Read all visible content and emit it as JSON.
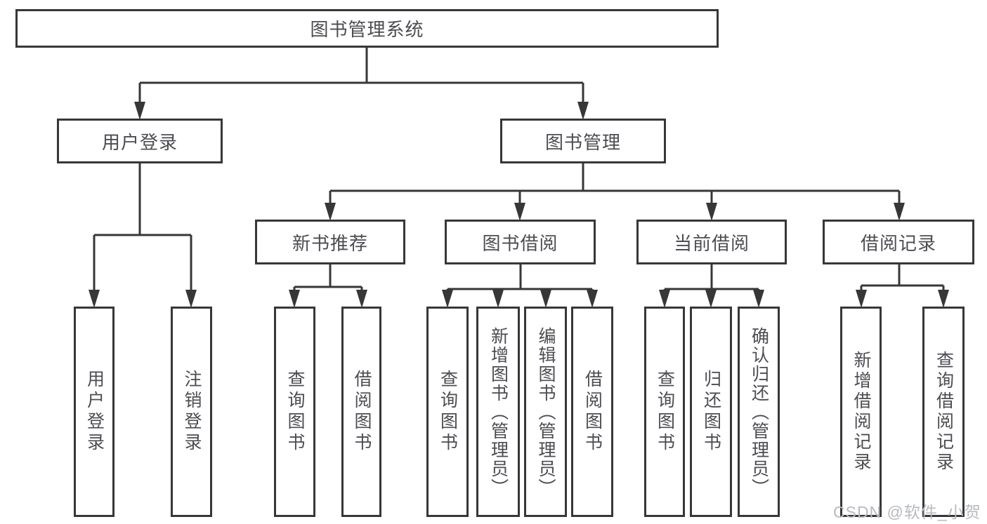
{
  "tree": {
    "root": {
      "label": "图书管理系统"
    },
    "login": {
      "label": "用户登录",
      "children": [
        {
          "label": "用户登录"
        },
        {
          "label": "注销登录"
        }
      ]
    },
    "manage": {
      "label": "图书管理",
      "groups": [
        {
          "label": "新书推荐",
          "children": [
            {
              "label": "查询图书"
            },
            {
              "label": "借阅图书"
            }
          ]
        },
        {
          "label": "图书借阅",
          "children": [
            {
              "label": "查询图书"
            },
            {
              "label": "新增图书（管理员）"
            },
            {
              "label": "编辑图书（管理员）"
            },
            {
              "label": "借阅图书"
            }
          ]
        },
        {
          "label": "当前借阅",
          "children": [
            {
              "label": "查询图书"
            },
            {
              "label": "归还图书"
            },
            {
              "label": "确认归还（管理员）"
            }
          ]
        },
        {
          "label": "借阅记录",
          "children": [
            {
              "label": "新增借阅记录"
            },
            {
              "label": "查询借阅记录"
            }
          ]
        }
      ]
    }
  },
  "watermark": {
    "text": "CSDN @软件_小贺同学"
  },
  "colors": {
    "line": "#373737",
    "box_border": "#373737",
    "text": "#4c4c52",
    "watermark": "#b6bac1",
    "background": "#ffffff"
  }
}
